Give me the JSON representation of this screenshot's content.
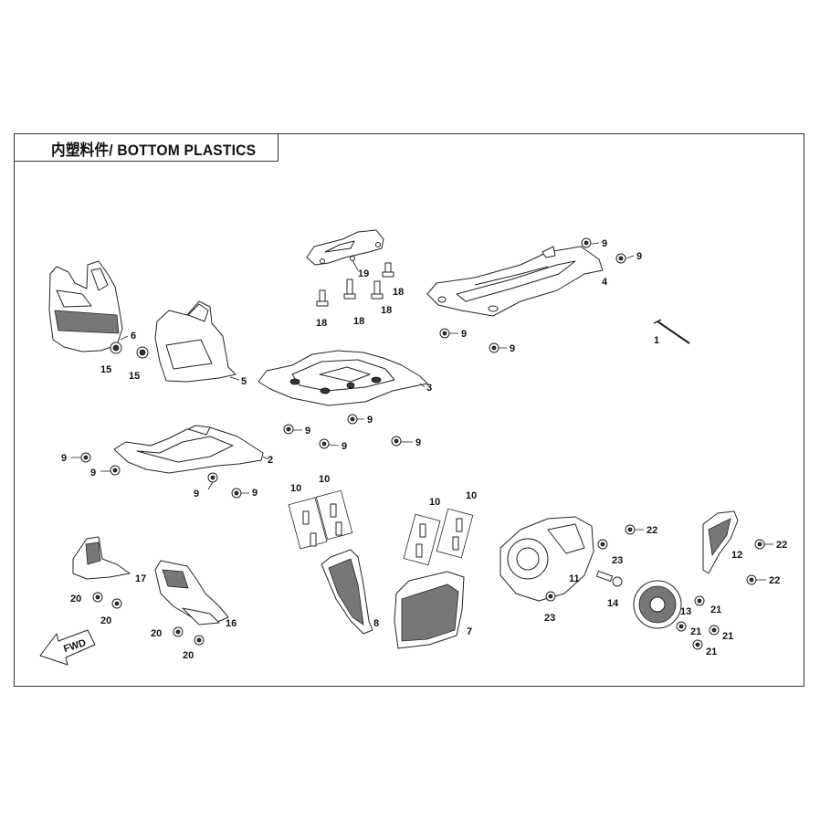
{
  "title": "内塑料件/ BOTTOM PLASTICS",
  "fwd_label": "FWD",
  "callouts": [
    "1",
    "2",
    "3",
    "4",
    "5",
    "6",
    "7",
    "8",
    "9",
    "10",
    "11",
    "12",
    "13",
    "14",
    "15",
    "16",
    "17",
    "18",
    "19",
    "20",
    "21",
    "22",
    "23"
  ]
}
